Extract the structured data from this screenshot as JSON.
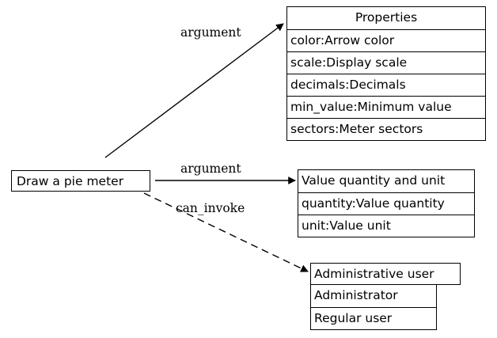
{
  "diagram": {
    "type": "relationship-graph",
    "background": "#ffffff",
    "line_color": "#000000",
    "text_color": "#000000"
  },
  "source_node": {
    "label": "Draw a pie meter"
  },
  "properties_node": {
    "title": "Properties",
    "rows": [
      "color:Arrow color",
      "scale:Display scale",
      "decimals:Decimals",
      "min_value:Minimum value",
      "sectors:Meter sectors"
    ]
  },
  "value_node": {
    "title": "Value quantity and unit",
    "rows": [
      "quantity:Value quantity",
      "unit:Value unit"
    ]
  },
  "user_node": {
    "title": "Administrative user",
    "rows": [
      "Administrator",
      "Regular user"
    ]
  },
  "edges": [
    {
      "label": "argument",
      "style": "solid",
      "from": "source_node",
      "to": "properties_node"
    },
    {
      "label": "argument",
      "style": "solid",
      "from": "source_node",
      "to": "value_node"
    },
    {
      "label": "can_invoke",
      "style": "dashed",
      "from": "source_node",
      "to": "user_node"
    }
  ]
}
